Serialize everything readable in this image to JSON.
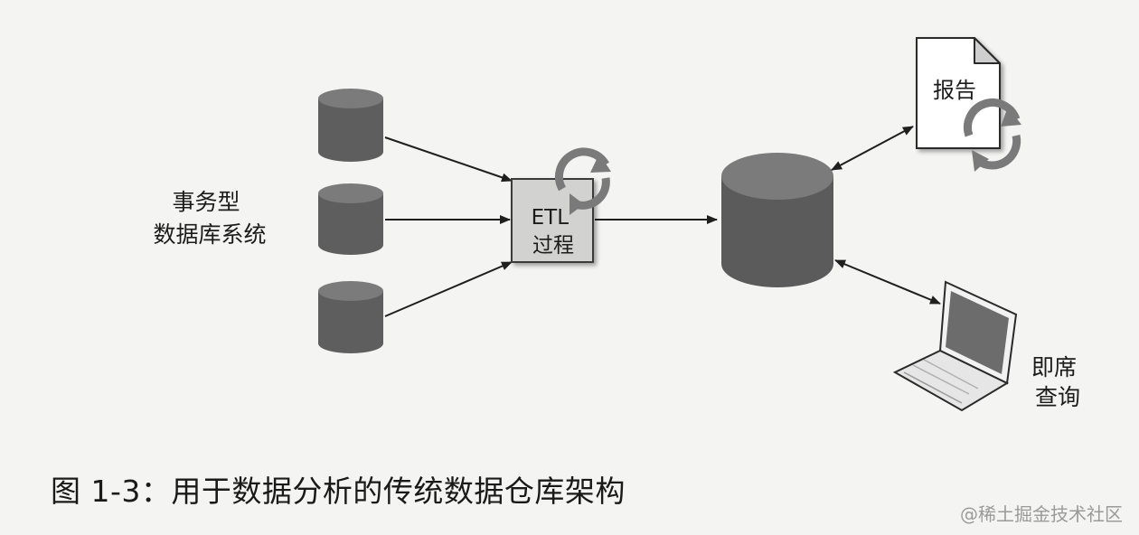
{
  "figure": {
    "source_label": "事务型\n数据库系统",
    "etl_label": "ETL\n过程",
    "report_label": "报告",
    "adhoc_label": "即席\n查询",
    "caption": "图 1-3：用于数据分析的传统数据仓库架构"
  },
  "watermark": "@稀土掘金技术社区"
}
